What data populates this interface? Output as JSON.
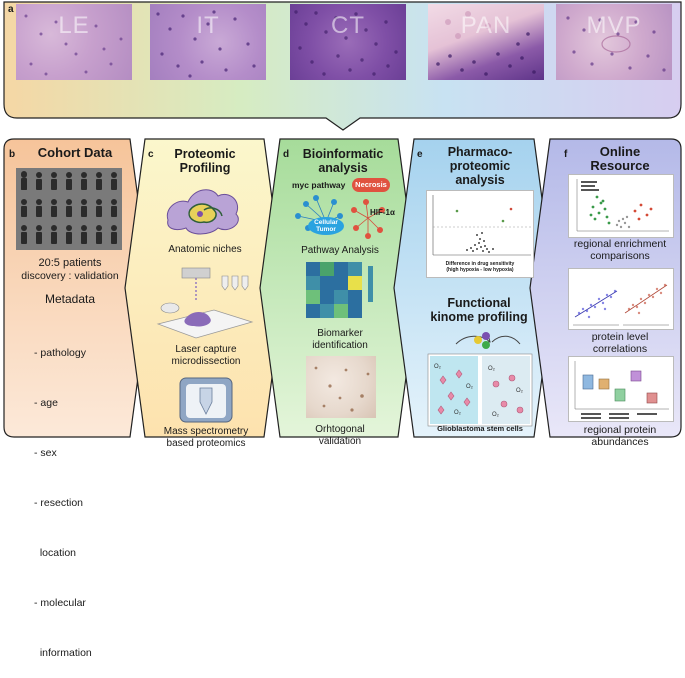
{
  "panel_a": {
    "letter": "a",
    "tiles": [
      "LE",
      "IT",
      "CT",
      "PAN",
      "MVP"
    ]
  },
  "panel_b": {
    "letter": "b",
    "title": "Cohort Data",
    "patients_line1": "20:5 patients",
    "patients_line2": "discovery : validation",
    "metadata_title": "Metadata",
    "metadata_items": [
      "- pathology",
      "- age",
      "- sex",
      "- resection",
      "  location",
      "- molecular",
      "  information"
    ]
  },
  "panel_c": {
    "letter": "c",
    "title_line1": "Proteomic",
    "title_line2": "Profiling",
    "caption1": "Anatomic niches",
    "caption2_line1": "Laser capture",
    "caption2_line2": "microdissection",
    "caption3_line1": "Mass spectrometry",
    "caption3_line2": "based proteomics"
  },
  "panel_d": {
    "letter": "d",
    "title_line1": "Bioinformatic",
    "title_line2": "analysis",
    "node_myc": "myc pathway",
    "node_necrosis": "Necrosis",
    "node_hif": "HIF-1α",
    "node_cellular_line1": "Cellular",
    "node_cellular_line2": "Tumor",
    "caption1": "Pathway Analysis",
    "caption2_line1": "Biomarker",
    "caption2_line2": "identification",
    "caption3_line1": "Orhtogonal",
    "caption3_line2": "validation"
  },
  "panel_e": {
    "letter": "e",
    "title_line1": "Pharmaco-",
    "title_line2": "proteomic",
    "title_line3": "analysis",
    "volcano_xlabel_line1": "Difference in drug sensitivity",
    "volcano_xlabel_line2": "(high hypoxia - low hypoxia)",
    "title2_line1": "Functional",
    "title2_line2": "kinome profiling",
    "caption_cells": "Glioblastoma stem cells"
  },
  "panel_f": {
    "letter": "f",
    "title_line1": "Online",
    "title_line2": "Resource",
    "caption1_line1": "regional enrichment",
    "caption1_line2": "comparisons",
    "caption2_line1": "protein level",
    "caption2_line2": "correlations",
    "caption3_line1": "regional protein",
    "caption3_line2": "abundances"
  },
  "colors": {
    "b_top": "#f6c49a",
    "b_bottom": "#fbe7d6",
    "c_top": "#fbf6c8",
    "c_bottom": "#fde3b0",
    "d_top": "#a8dd9c",
    "d_bottom": "#e2f4d8",
    "e_top": "#a9d4ef",
    "e_bottom": "#e3f2fb",
    "f_top": "#b8bde9",
    "f_bottom": "#e6e4f7"
  }
}
